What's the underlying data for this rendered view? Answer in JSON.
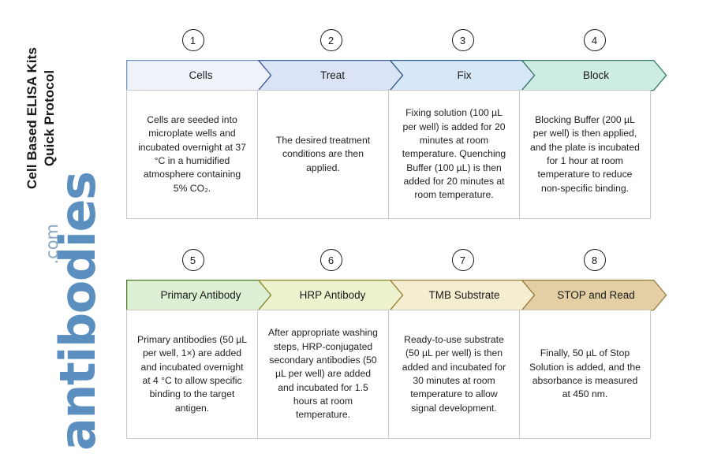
{
  "title": {
    "line1": "Cell Based ELISA Kits",
    "line2": "Quick Protocol"
  },
  "logo": {
    "word": "antibodies",
    "tld": ".com",
    "color": "#5b8fc0"
  },
  "colors": {
    "step1_fill": "#f0f4fa",
    "step1_stroke": "#6f93c0",
    "step2_fill": "#dbe4f7",
    "step2_stroke": "#3f5c9a",
    "step3_fill": "#d6e8f7",
    "step3_stroke": "#2f5d86",
    "step4_fill": "#cdece2",
    "step4_stroke": "#3a7a6d",
    "step5_fill": "#ddf0d4",
    "step5_stroke": "#4a7a2c",
    "step6_fill": "#eef2cf",
    "step6_stroke": "#8a8b2e",
    "step7_fill": "#f4edcf",
    "step7_stroke": "#9b8238",
    "step8_fill": "#e3cfa3",
    "step8_stroke": "#9a7c3e",
    "box_border": "#c9c9c9",
    "text": "#1a1a1a"
  },
  "rows": [
    {
      "name": "row-1",
      "steps": [
        {
          "number": "1",
          "label": "Cells",
          "description": "Cells are seeded into microplate wells and incubated overnight at 37 °C in a humidified atmosphere containing 5% CO₂."
        },
        {
          "number": "2",
          "label": "Treat",
          "description": "The desired treatment conditions are then applied."
        },
        {
          "number": "3",
          "label": "Fix",
          "description": "Fixing solution (100 µL per well) is added for 20 minutes at room temperature. Quenching Buffer (100 µL) is then added for 20 minutes at room temperature."
        },
        {
          "number": "4",
          "label": "Block",
          "description": "Blocking Buffer (200 µL per well) is then applied, and the plate is incubated for 1 hour at room temperature to reduce non-specific binding."
        }
      ]
    },
    {
      "name": "row-2",
      "steps": [
        {
          "number": "5",
          "label": "Primary Antibody",
          "description": "Primary antibodies (50 µL per well, 1×) are added and incubated overnight at 4 °C to allow specific binding to the target antigen."
        },
        {
          "number": "6",
          "label": "HRP Antibody",
          "description": "After appropriate washing steps, HRP-conjugated secondary antibodies (50 µL per well) are added and incubated for 1.5 hours at room temperature."
        },
        {
          "number": "7",
          "label": "TMB Substrate",
          "description": "Ready-to-use substrate (50 µL per well) is then added and incubated for 30 minutes at room temperature to allow signal development."
        },
        {
          "number": "8",
          "label": "STOP and Read",
          "description": "Finally, 50 µL of Stop Solution is added, and the absorbance is measured at 450 nm."
        }
      ]
    }
  ]
}
